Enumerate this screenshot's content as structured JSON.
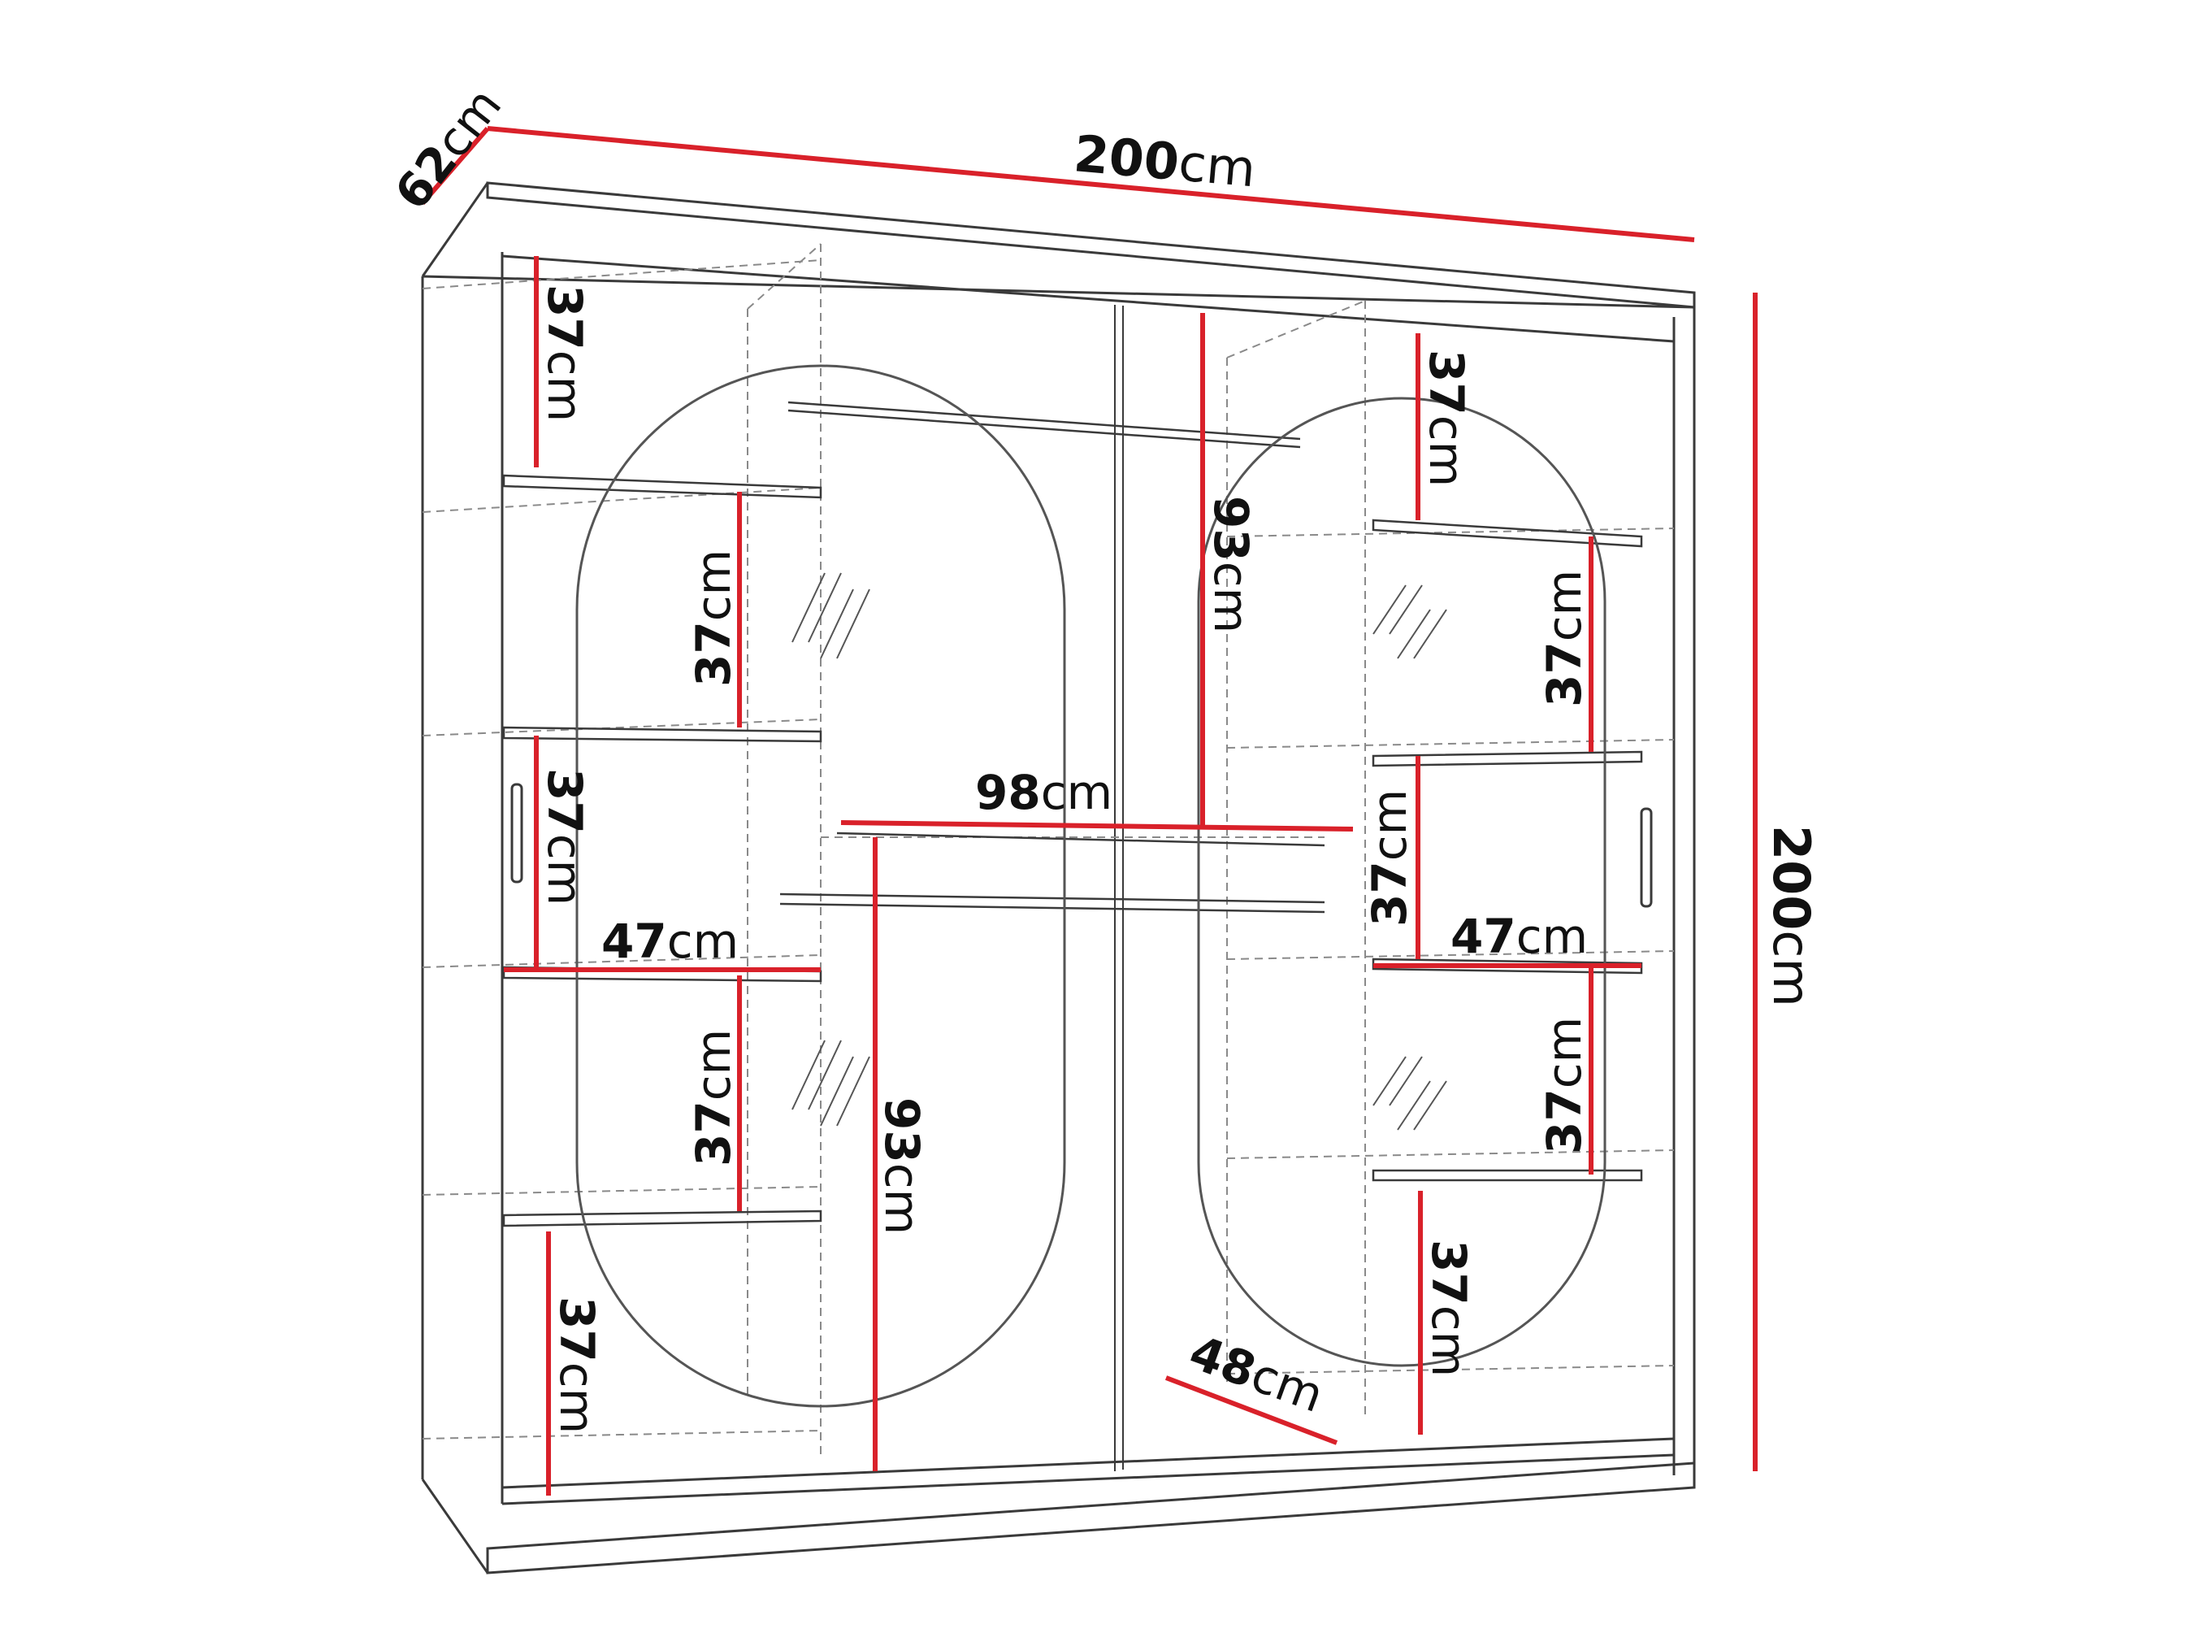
{
  "unit": "cm",
  "colors": {
    "dimension_line": "#d9212a",
    "outline": "#3a3a3a",
    "hidden_line": "#8a8a8a",
    "mirror": "#555555",
    "text": "#111111"
  },
  "dimensions": {
    "depth": "62",
    "width": "200",
    "height": "200",
    "left_shelf_1": "37",
    "left_shelf_2": "37",
    "left_shelf_3": "37",
    "left_shelf_4": "37",
    "left_shelf_5": "37",
    "left_shelf_depth": "47",
    "center_top_height": "93",
    "center_bottom_height": "93",
    "center_width": "98",
    "right_shelf_1": "37",
    "right_shelf_2": "37",
    "right_shelf_3": "37",
    "right_shelf_4": "37",
    "right_shelf_5": "37",
    "right_shelf_depth": "47",
    "door_depth": "48"
  }
}
